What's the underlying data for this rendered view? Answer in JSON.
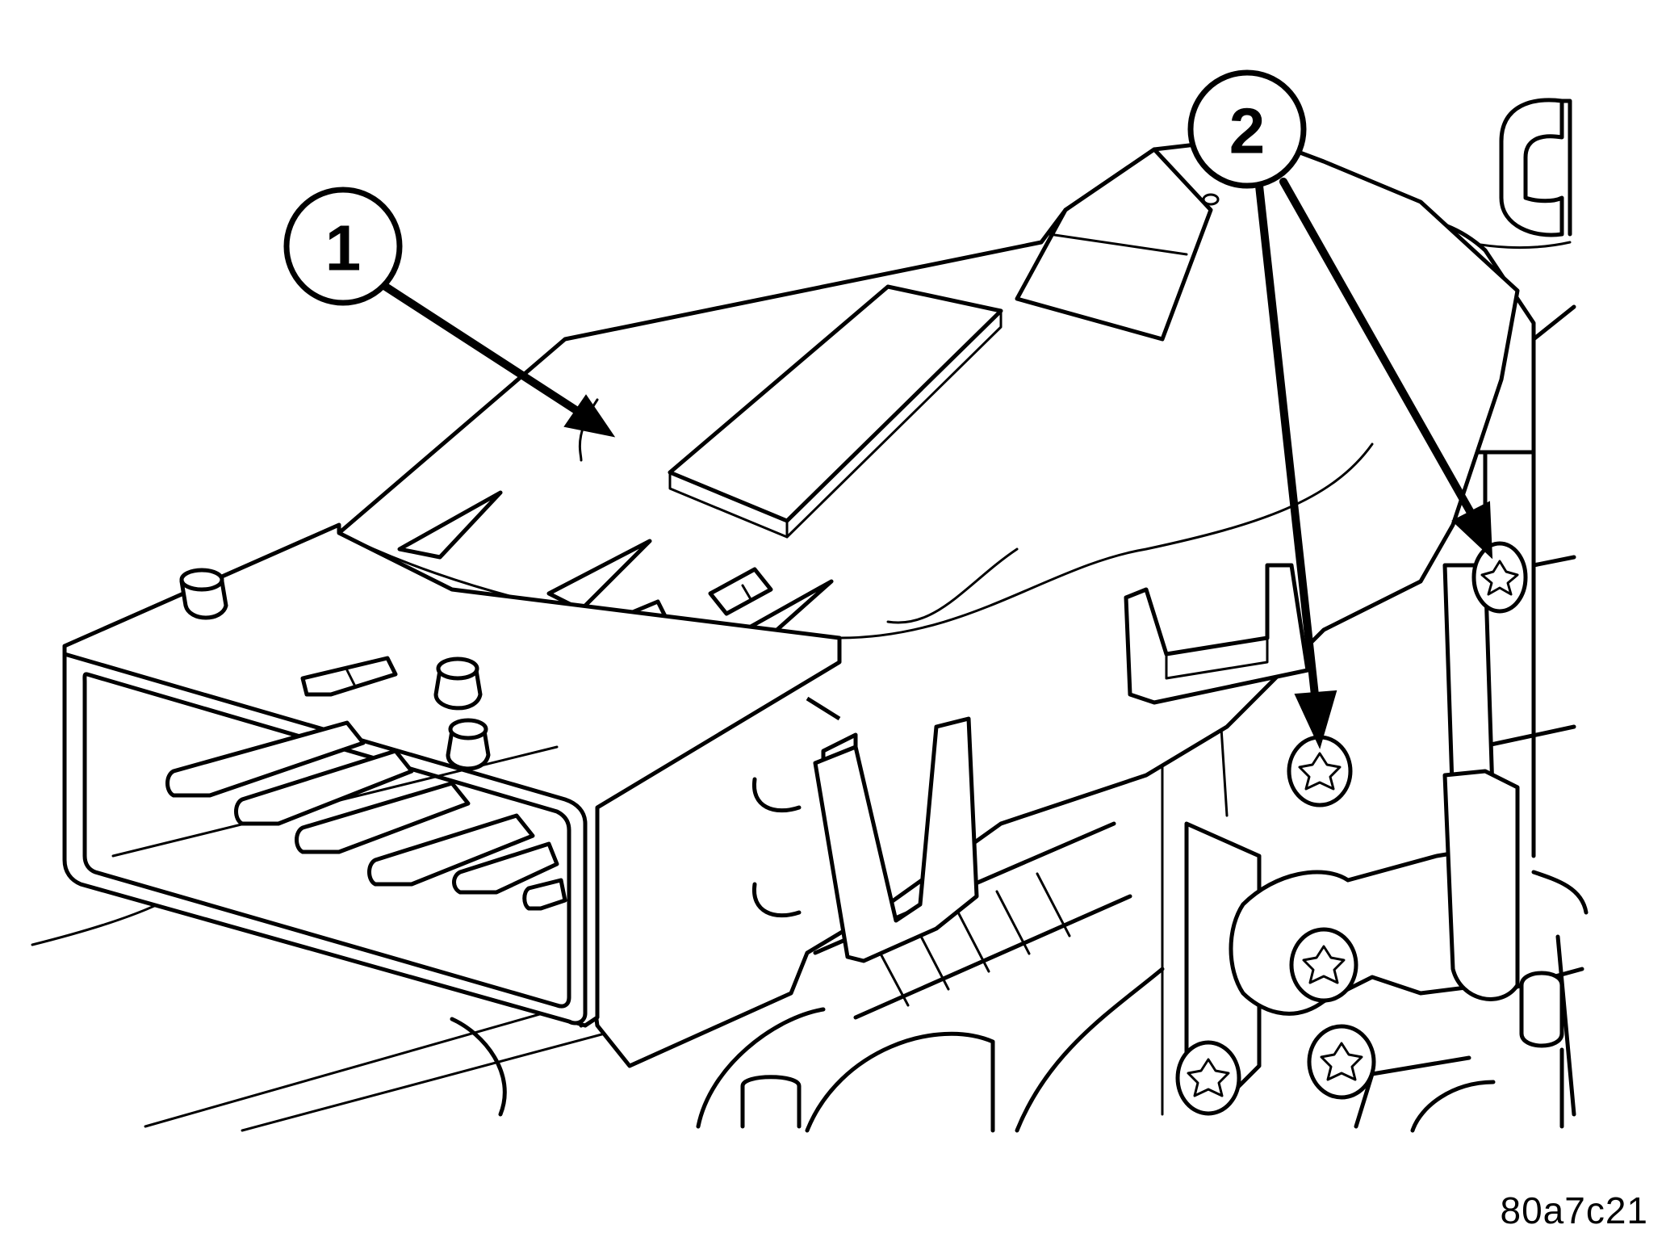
{
  "callouts": [
    {
      "number": "1"
    },
    {
      "number": "2"
    }
  ],
  "figure_id": "80a7c21"
}
